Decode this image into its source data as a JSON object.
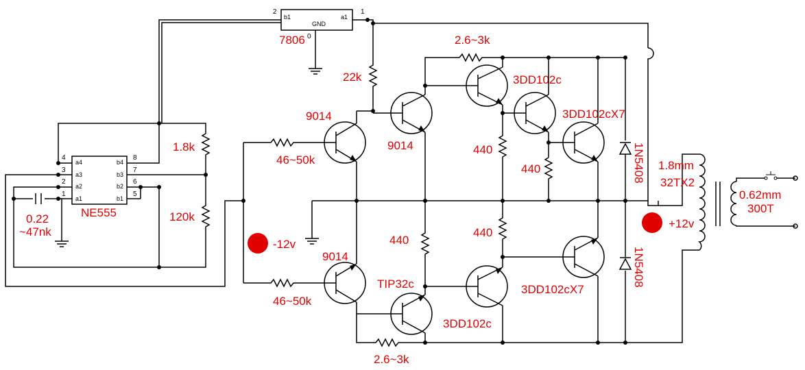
{
  "regulator": {
    "part": "7806",
    "pin_in": "b1",
    "pin_gnd": "GND",
    "pin_out": "a1",
    "pin_num_in": "2",
    "pin_num_out": "1",
    "pin_num_gnd": "0"
  },
  "timer": {
    "part": "NE555",
    "left_pins": [
      "a4",
      "a3",
      "a2",
      "a1"
    ],
    "left_nums": [
      "4",
      "3",
      "2",
      "1"
    ],
    "right_pins": [
      "b4",
      "b3",
      "b2",
      "b1"
    ],
    "right_nums": [
      "8",
      "7",
      "6",
      "5"
    ]
  },
  "labels": {
    "r_top": "1.8k",
    "r_bottom": "120k",
    "cap_value": "0.22",
    "cap_value2": "~47nk",
    "r_22k": "22k",
    "r_fb_top": "2.6~3k",
    "r_fb_bottom": "2.6~3k",
    "r_in_top": "46~50k",
    "r_in_bottom": "46~50k",
    "q1": "9014",
    "q2": "9014",
    "q3": "3DD102c",
    "q4": "3DD102cX7",
    "q5": "9014",
    "q6": "TIP32c",
    "q7": "3DD102c",
    "q8": "3DD102cX7",
    "r440_a": "440",
    "r440_b": "440",
    "r440_c": "440",
    "r440_d": "440",
    "d_top": "1N5408",
    "d_bottom": "1N5408",
    "minus12": "-12v",
    "plus12": "+12v",
    "tx_primary1": "1.8mm",
    "tx_primary2": "32TX2",
    "tx_secondary1": "0.62mm",
    "tx_secondary2": "300T"
  }
}
